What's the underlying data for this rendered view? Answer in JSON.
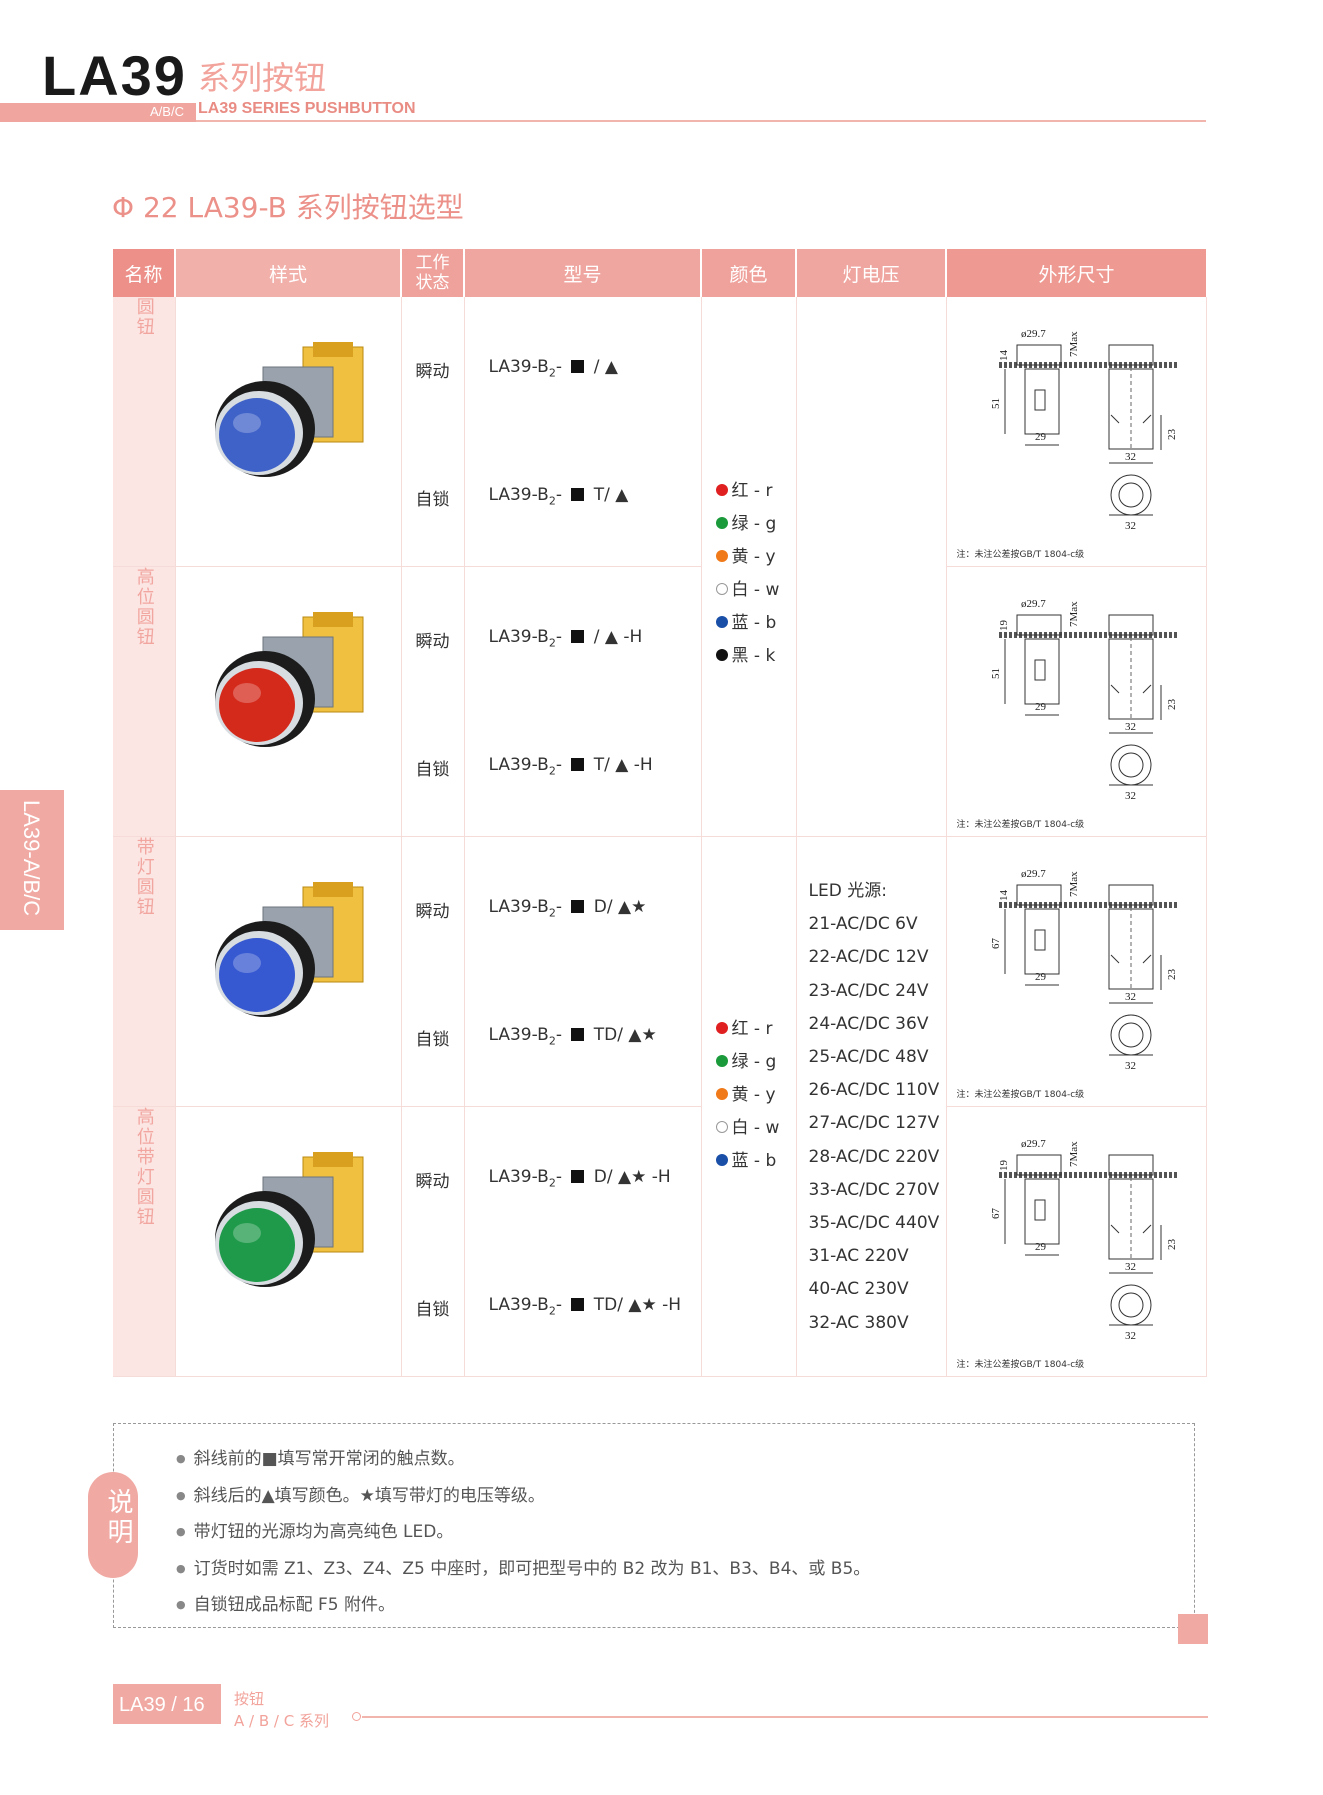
{
  "header": {
    "title": "LA39",
    "title_cn": "系列按钮",
    "abc": "A/B/C",
    "subtitle_en": "LA39 SERIES PUSHBUTTON"
  },
  "side_tab": "LA39-A/B/C",
  "section_title": "Φ 22 LA39-B 系列按钮选型",
  "table": {
    "headers": [
      "名称",
      "样式",
      "工作状态",
      "型号",
      "颜色",
      "灯电压",
      "外形尺寸"
    ],
    "rows": [
      {
        "name": "圆钮",
        "button_color": "#3f62c8",
        "states": [
          "瞬动",
          "自锁"
        ],
        "models": [
          {
            "pre": "LA39-B",
            "sub": "2",
            "mid": "- ",
            "suf": " / ▲"
          },
          {
            "pre": "LA39-B",
            "sub": "2",
            "mid": "- ",
            "suf": " T/ ▲"
          }
        ],
        "dims": {
          "d": "ø29.7",
          "top": "14",
          "max": "7Max",
          "h": "51",
          "w": "29",
          "w2": "32",
          "h2": "23",
          "w3": "32"
        }
      },
      {
        "name": "高位圆钮",
        "button_color": "#d42a1c",
        "states": [
          "瞬动",
          "自锁"
        ],
        "models": [
          {
            "pre": "LA39-B",
            "sub": "2",
            "mid": "- ",
            "suf": " / ▲ -H"
          },
          {
            "pre": "LA39-B",
            "sub": "2",
            "mid": "- ",
            "suf": " T/ ▲ -H"
          }
        ],
        "dims": {
          "d": "ø29.7",
          "top": "19",
          "max": "7Max",
          "h": "51",
          "w": "29",
          "w2": "32",
          "h2": "23",
          "w3": "32"
        }
      },
      {
        "name": "带灯圆钮",
        "button_color": "#3658d0",
        "states": [
          "瞬动",
          "自锁"
        ],
        "models": [
          {
            "pre": "LA39-B",
            "sub": "2",
            "mid": "- ",
            "suf": " D/ ▲★"
          },
          {
            "pre": "LA39-B",
            "sub": "2",
            "mid": "- ",
            "suf": " TD/ ▲★"
          }
        ],
        "dims": {
          "d": "ø29.7",
          "top": "14",
          "max": "7Max",
          "h": "67",
          "w": "29",
          "w2": "32",
          "h2": "23",
          "w3": "32"
        }
      },
      {
        "name": "高位带灯圆钮",
        "button_color": "#1f9a4a",
        "states": [
          "瞬动",
          "自锁"
        ],
        "models": [
          {
            "pre": "LA39-B",
            "sub": "2",
            "mid": "- ",
            "suf": " D/ ▲★ -H"
          },
          {
            "pre": "LA39-B",
            "sub": "2",
            "mid": "- ",
            "suf": " TD/ ▲★ -H"
          }
        ],
        "dims": {
          "d": "ø29.7",
          "top": "19",
          "max": "7Max",
          "h": "67",
          "w": "29",
          "w2": "32",
          "h2": "23",
          "w3": "32"
        }
      }
    ],
    "colors_group1": [
      {
        "label": "红 - r",
        "hex": "#e02020"
      },
      {
        "label": "绿 - g",
        "hex": "#1a9a3a"
      },
      {
        "label": "黄 - y",
        "hex": "#f07a1a"
      },
      {
        "label": "白 - w",
        "hex": "#ffffff"
      },
      {
        "label": "蓝 - b",
        "hex": "#1a4fa8"
      },
      {
        "label": "黑 - k",
        "hex": "#111111"
      }
    ],
    "colors_group2": [
      {
        "label": "红 - r",
        "hex": "#e02020"
      },
      {
        "label": "绿 - g",
        "hex": "#1a9a3a"
      },
      {
        "label": "黄 - y",
        "hex": "#f07a1a"
      },
      {
        "label": "白 - w",
        "hex": "#ffffff"
      },
      {
        "label": "蓝 - b",
        "hex": "#1a4fa8"
      }
    ],
    "led_title": "LED 光源:",
    "voltages": [
      "21-AC/DC 6V",
      "22-AC/DC 12V",
      "23-AC/DC 24V",
      "24-AC/DC 36V",
      "25-AC/DC 48V",
      "26-AC/DC 110V",
      "27-AC/DC 127V",
      "28-AC/DC 220V",
      "33-AC/DC 270V",
      "35-AC/DC 440V",
      "31-AC 220V",
      "40-AC 230V",
      "32-AC 380V"
    ],
    "dim_note": "注：未注公差按GB/T 1804-c级"
  },
  "notes": {
    "badge": "说明",
    "items": [
      "斜线前的■填写常开常闭的触点数。",
      "斜线后的▲填写颜色。★填写带灯的电压等级。",
      "带灯钮的光源均为高亮纯色 LED。",
      "订货时如需 Z1、Z3、Z4、Z5 中座时，即可把型号中的 B2 改为 B1、B3、B4、或 B5。",
      "自锁钮成品标配 F5 附件。"
    ]
  },
  "footer": {
    "page": "LA39 / 16",
    "cn": "按钮",
    "series": "A / B / C 系列"
  }
}
